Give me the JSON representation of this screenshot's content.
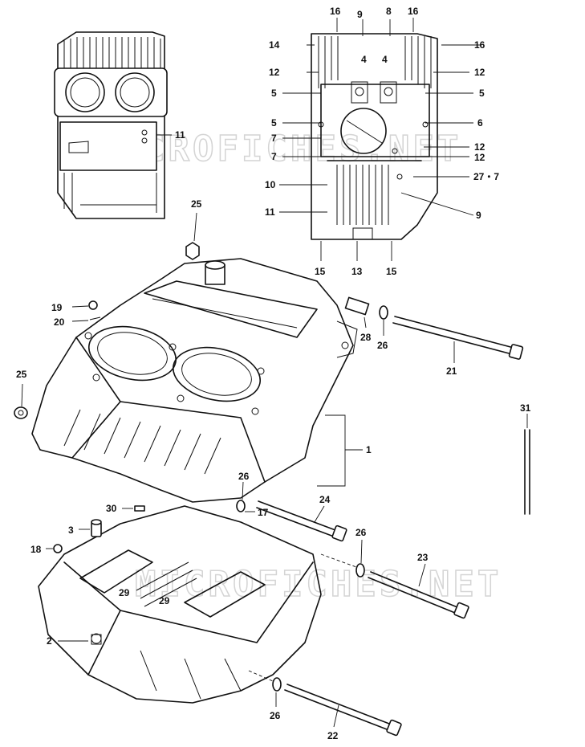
{
  "watermarks": [
    "MICROFICHES.NET",
    "MICROFICHES.NET"
  ],
  "callouts": {
    "c16a": "16",
    "c9a": "9",
    "c8": "8",
    "c16b": "16",
    "c14": "14",
    "c16c": "16",
    "c12a": "12",
    "c12b": "12",
    "c4a": "4",
    "c4b": "4",
    "c5a": "5",
    "c5b": "5",
    "c5c": "5",
    "c6": "6",
    "c7a": "7",
    "c7b": "7",
    "c12c": "12",
    "c12d": "12",
    "c10": "10",
    "c11a": "11",
    "c277": "27・7",
    "c9b": "9",
    "c15a": "15",
    "c13": "13",
    "c15b": "15",
    "c11b": "11",
    "c25a": "25",
    "c25b": "25",
    "c19": "19",
    "c20": "20",
    "c28": "28",
    "c26a": "26",
    "c21": "21",
    "c31": "31",
    "c1": "1",
    "c26b": "26",
    "c17": "17",
    "c24": "24",
    "c30": "30",
    "c3": "3",
    "c18": "18",
    "c26c": "26",
    "c23": "23",
    "c29a": "29",
    "c29b": "29",
    "c2": "2",
    "c26d": "26",
    "c22": "22"
  }
}
